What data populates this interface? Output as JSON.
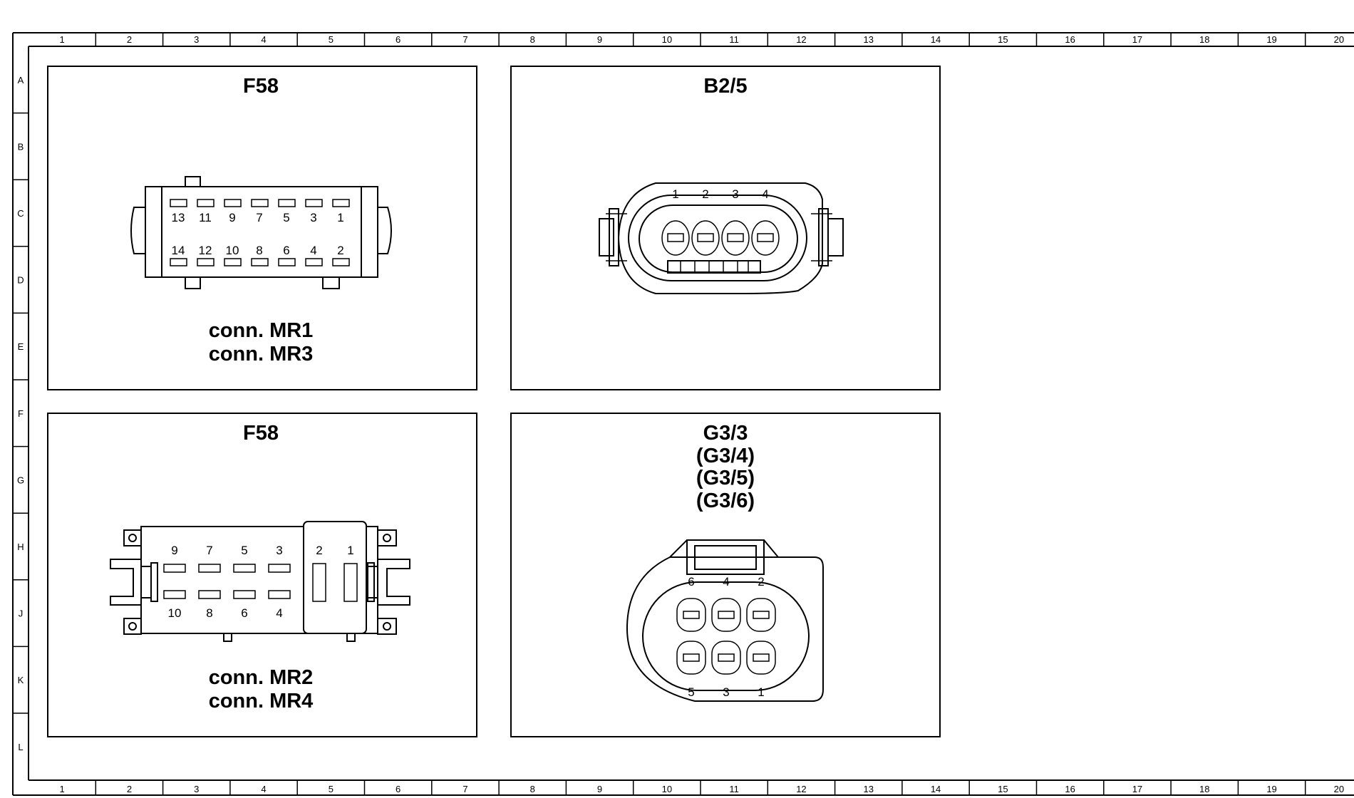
{
  "ruler": {
    "columns": [
      "1",
      "2",
      "3",
      "4",
      "5",
      "6",
      "7",
      "8",
      "9",
      "10",
      "11",
      "12",
      "13",
      "14",
      "15",
      "16",
      "17",
      "18",
      "19",
      "20"
    ],
    "columns_bottom": [
      "1",
      "2",
      "3",
      "4",
      "5",
      "6",
      "7",
      "8",
      "9",
      "10",
      "11",
      "12",
      "13",
      "14",
      "15",
      "16",
      "17",
      "18",
      "19",
      "20"
    ],
    "rows": [
      "A",
      "B",
      "C",
      "D",
      "E",
      "F",
      "G",
      "H",
      "J",
      "K",
      "L"
    ]
  },
  "panels": {
    "tl": {
      "title": "F58",
      "caption1": "conn. MR1",
      "caption2": "conn. MR3",
      "top_pins": [
        "13",
        "11",
        "9",
        "7",
        "5",
        "3",
        "1"
      ],
      "bottom_pins": [
        "14",
        "12",
        "10",
        "8",
        "6",
        "4",
        "2"
      ]
    },
    "tr": {
      "title": "B2/5",
      "pins": [
        "1",
        "2",
        "3",
        "4"
      ]
    },
    "bl": {
      "title": "F58",
      "caption1": "conn. MR2",
      "caption2": "conn. MR4",
      "top_pins": [
        "9",
        "7",
        "5",
        "3"
      ],
      "bottom_pins": [
        "10",
        "8",
        "6",
        "4"
      ],
      "side_pins": [
        "2",
        "1"
      ]
    },
    "br": {
      "title1": "G3/3",
      "title2": "(G3/4)",
      "title3": "(G3/5)",
      "title4": "(G3/6)",
      "top_pins": [
        "6",
        "4",
        "2"
      ],
      "bottom_pins": [
        "5",
        "3",
        "1"
      ]
    }
  }
}
